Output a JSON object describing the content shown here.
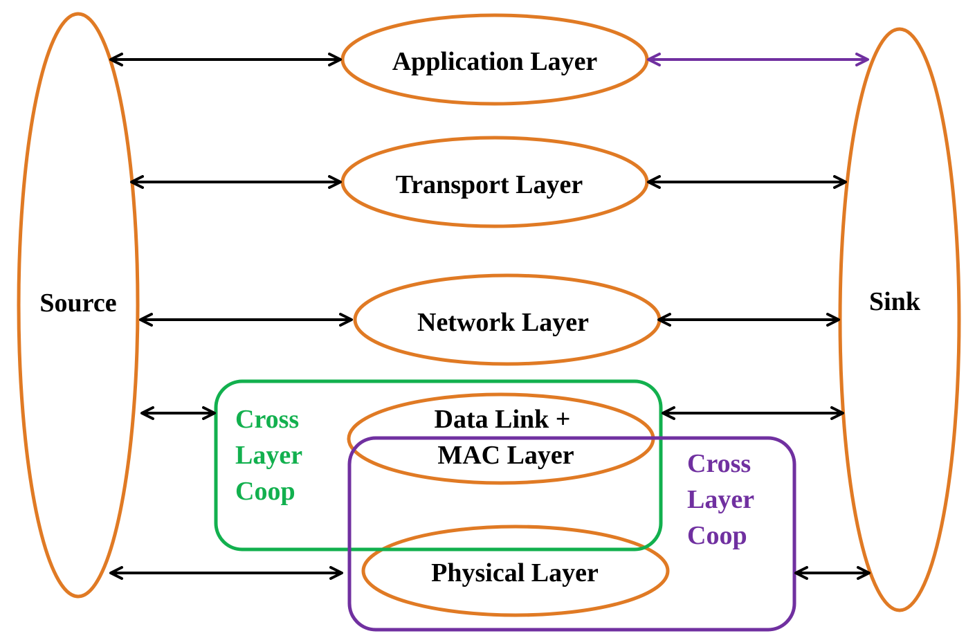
{
  "colors": {
    "ellipse_stroke": "#E07A24",
    "arrow_default": "#000000",
    "arrow_app_sink": "#7030A0",
    "box_green": "#12B04E",
    "box_purple": "#7030A0",
    "text_default": "#000000"
  },
  "nodes": {
    "source": "Source",
    "sink": "Sink"
  },
  "layers": {
    "application": "Application Layer",
    "transport": "Transport Layer",
    "network": "Network Layer",
    "datalink_line1": "Data Link +",
    "datalink_line2": "MAC Layer",
    "physical": "Physical Layer"
  },
  "coop_green": {
    "line1": "Cross",
    "line2": "Layer",
    "line3": "Coop"
  },
  "coop_purple": {
    "line1": "Cross",
    "line2": "Layer",
    "line3": "Coop"
  }
}
